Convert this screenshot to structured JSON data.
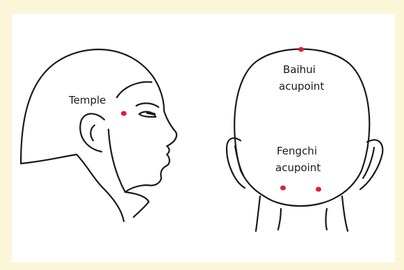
{
  "labels": {
    "temple": "Temple",
    "baihui_line1": "Baihui",
    "baihui_line2": "acupoint",
    "fengchi_line1": "Fengchi",
    "fengchi_line2": "acupoint"
  },
  "colors": {
    "background": "#fbf6d8",
    "panel": "#ffffff",
    "outline": "#1a1a1a",
    "point": "#d8203a"
  }
}
